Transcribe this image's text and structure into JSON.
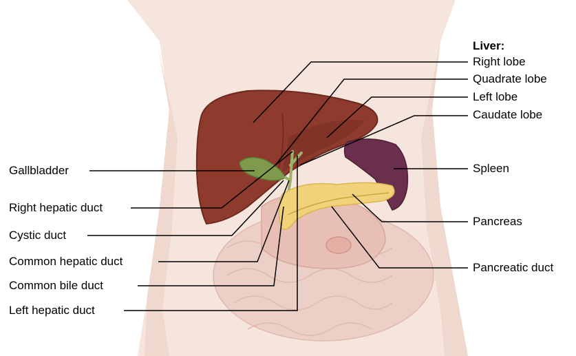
{
  "colors": {
    "liver": "#8e3a2c",
    "liver_dark": "#6e2a20",
    "gallbladder": "#7f9a4c",
    "spleen": "#6a2f4c",
    "pancreas": "#f1d27a",
    "bile_duct": "#9cb26a",
    "body_skin": "#f6e5dc",
    "intestine": "#e9c8bf",
    "leader_line": "#000000"
  },
  "liver_heading": "Liver:",
  "labels_right": {
    "right_lobe": "Right lobe",
    "quadrate_lobe": "Quadrate lobe",
    "left_lobe": "Left lobe",
    "caudate_lobe": "Caudate lobe",
    "spleen": "Spleen",
    "pancreas": "Pancreas",
    "pancreatic_duct": "Pancreatic duct"
  },
  "labels_left": {
    "gallbladder": "Gallbladder",
    "right_hepatic_duct": "Right hepatic duct",
    "cystic_duct": "Cystic duct",
    "common_hepatic_duct": "Common hepatic duct",
    "common_bile_duct": "Common bile duct",
    "left_hepatic_duct": "Left hepatic duct"
  }
}
